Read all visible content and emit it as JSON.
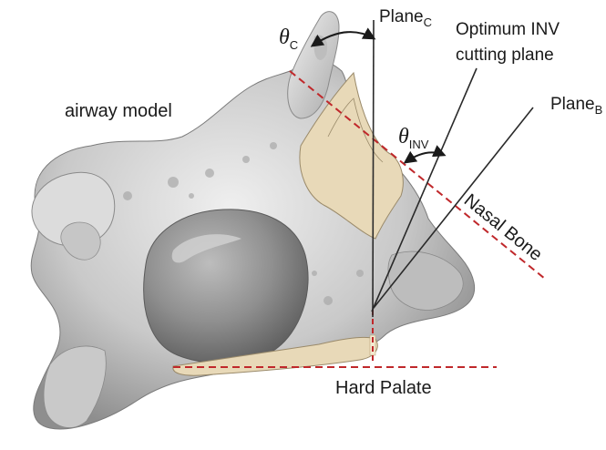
{
  "labels": {
    "airway_model": "airway model",
    "theta_c_symbol": "θ",
    "theta_c_sub": "C",
    "plane_c_main": "Plane",
    "plane_c_sub": "C",
    "optimum_line1": "Optimum INV",
    "optimum_line2": "cutting plane",
    "plane_b_main": "Plane",
    "plane_b_sub": "B",
    "theta_inv_symbol": "θ",
    "theta_inv_sub": "INV",
    "nasal_bone": "Nasal Bone",
    "hard_palate": "Hard Palate"
  },
  "colors": {
    "dashed_line": "#c0282b",
    "solid_line": "#2a2a2a",
    "bone_fill": "#e8d9b8",
    "model_light": "#d9d9d9",
    "model_dark": "#8a8a8a"
  }
}
